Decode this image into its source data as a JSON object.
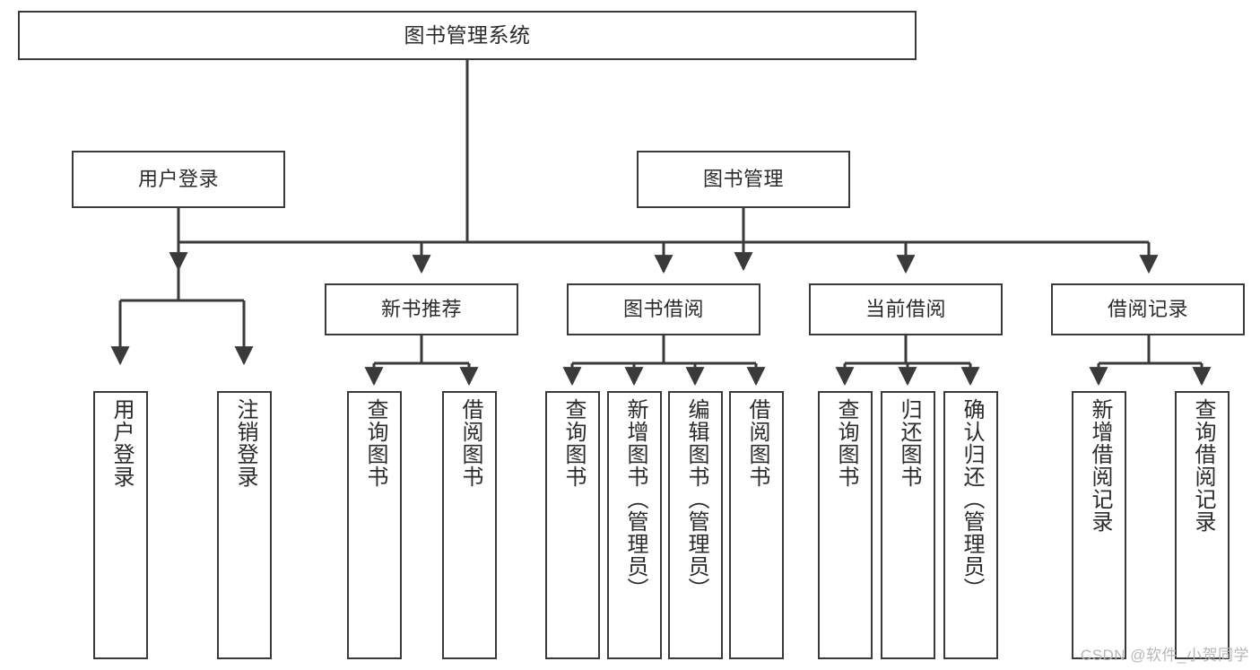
{
  "diagram": {
    "title": "图书管理系统",
    "type": "tree-hierarchy",
    "root": {
      "label": "图书管理系统"
    },
    "level1": [
      {
        "label": "用户登录"
      },
      {
        "label": "图书管理"
      }
    ],
    "level2": [
      {
        "label": "新书推荐"
      },
      {
        "label": "图书借阅"
      },
      {
        "label": "当前借阅"
      },
      {
        "label": "借阅记录"
      }
    ],
    "leaves": {
      "user_login": [
        {
          "label": "用户登录"
        },
        {
          "label": "注销登录"
        }
      ],
      "new_book_recommend": [
        {
          "label": "查询图书"
        },
        {
          "label": "借阅图书"
        }
      ],
      "book_borrow": [
        {
          "label": "查询图书"
        },
        {
          "label": "新增图书（管理员）"
        },
        {
          "label": "编辑图书（管理员）"
        },
        {
          "label": "借阅图书"
        }
      ],
      "current_borrow": [
        {
          "label": "查询图书"
        },
        {
          "label": "归还图书"
        },
        {
          "label": "确认归还（管理员）"
        }
      ],
      "borrow_record": [
        {
          "label": "新增借阅记录"
        },
        {
          "label": "查询借阅记录"
        }
      ]
    }
  },
  "watermark": {
    "text": "CSDN @软件_小贺同学"
  },
  "colors": {
    "stroke": "#3a3a3a",
    "text": "#2b2b2b",
    "background": "#ffffff",
    "watermark": "#b7b7b7"
  }
}
